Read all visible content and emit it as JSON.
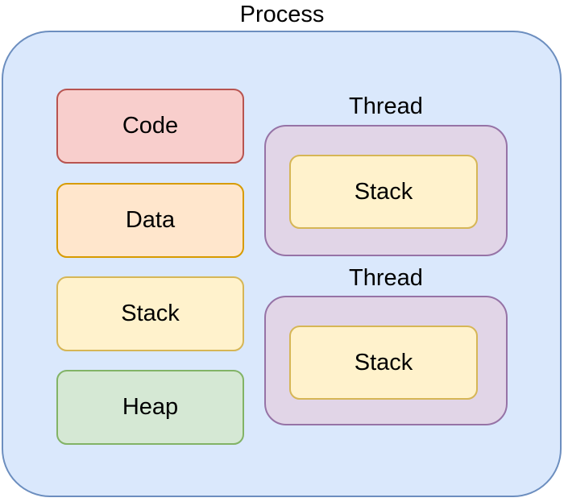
{
  "diagram": {
    "title": "Process",
    "process": {
      "label": "Process",
      "fill": "#dae8fc",
      "border": "#6c8ebf",
      "segments": [
        {
          "id": "code",
          "label": "Code",
          "fill": "#f8cecc",
          "border": "#b85450"
        },
        {
          "id": "data",
          "label": "Data",
          "fill": "#ffe6cc",
          "border": "#d79b00"
        },
        {
          "id": "stack",
          "label": "Stack",
          "fill": "#fff2cc",
          "border": "#d6b656"
        },
        {
          "id": "heap",
          "label": "Heap",
          "fill": "#d5e8d4",
          "border": "#82b366"
        }
      ],
      "threads": [
        {
          "label": "Thread",
          "fill": "#e1d5e7",
          "border": "#9673a6",
          "inner": {
            "label": "Stack",
            "fill": "#fff2cc",
            "border": "#d6b656"
          }
        },
        {
          "label": "Thread",
          "fill": "#e1d5e7",
          "border": "#9673a6",
          "inner": {
            "label": "Stack",
            "fill": "#fff2cc",
            "border": "#d6b656"
          }
        }
      ]
    }
  }
}
